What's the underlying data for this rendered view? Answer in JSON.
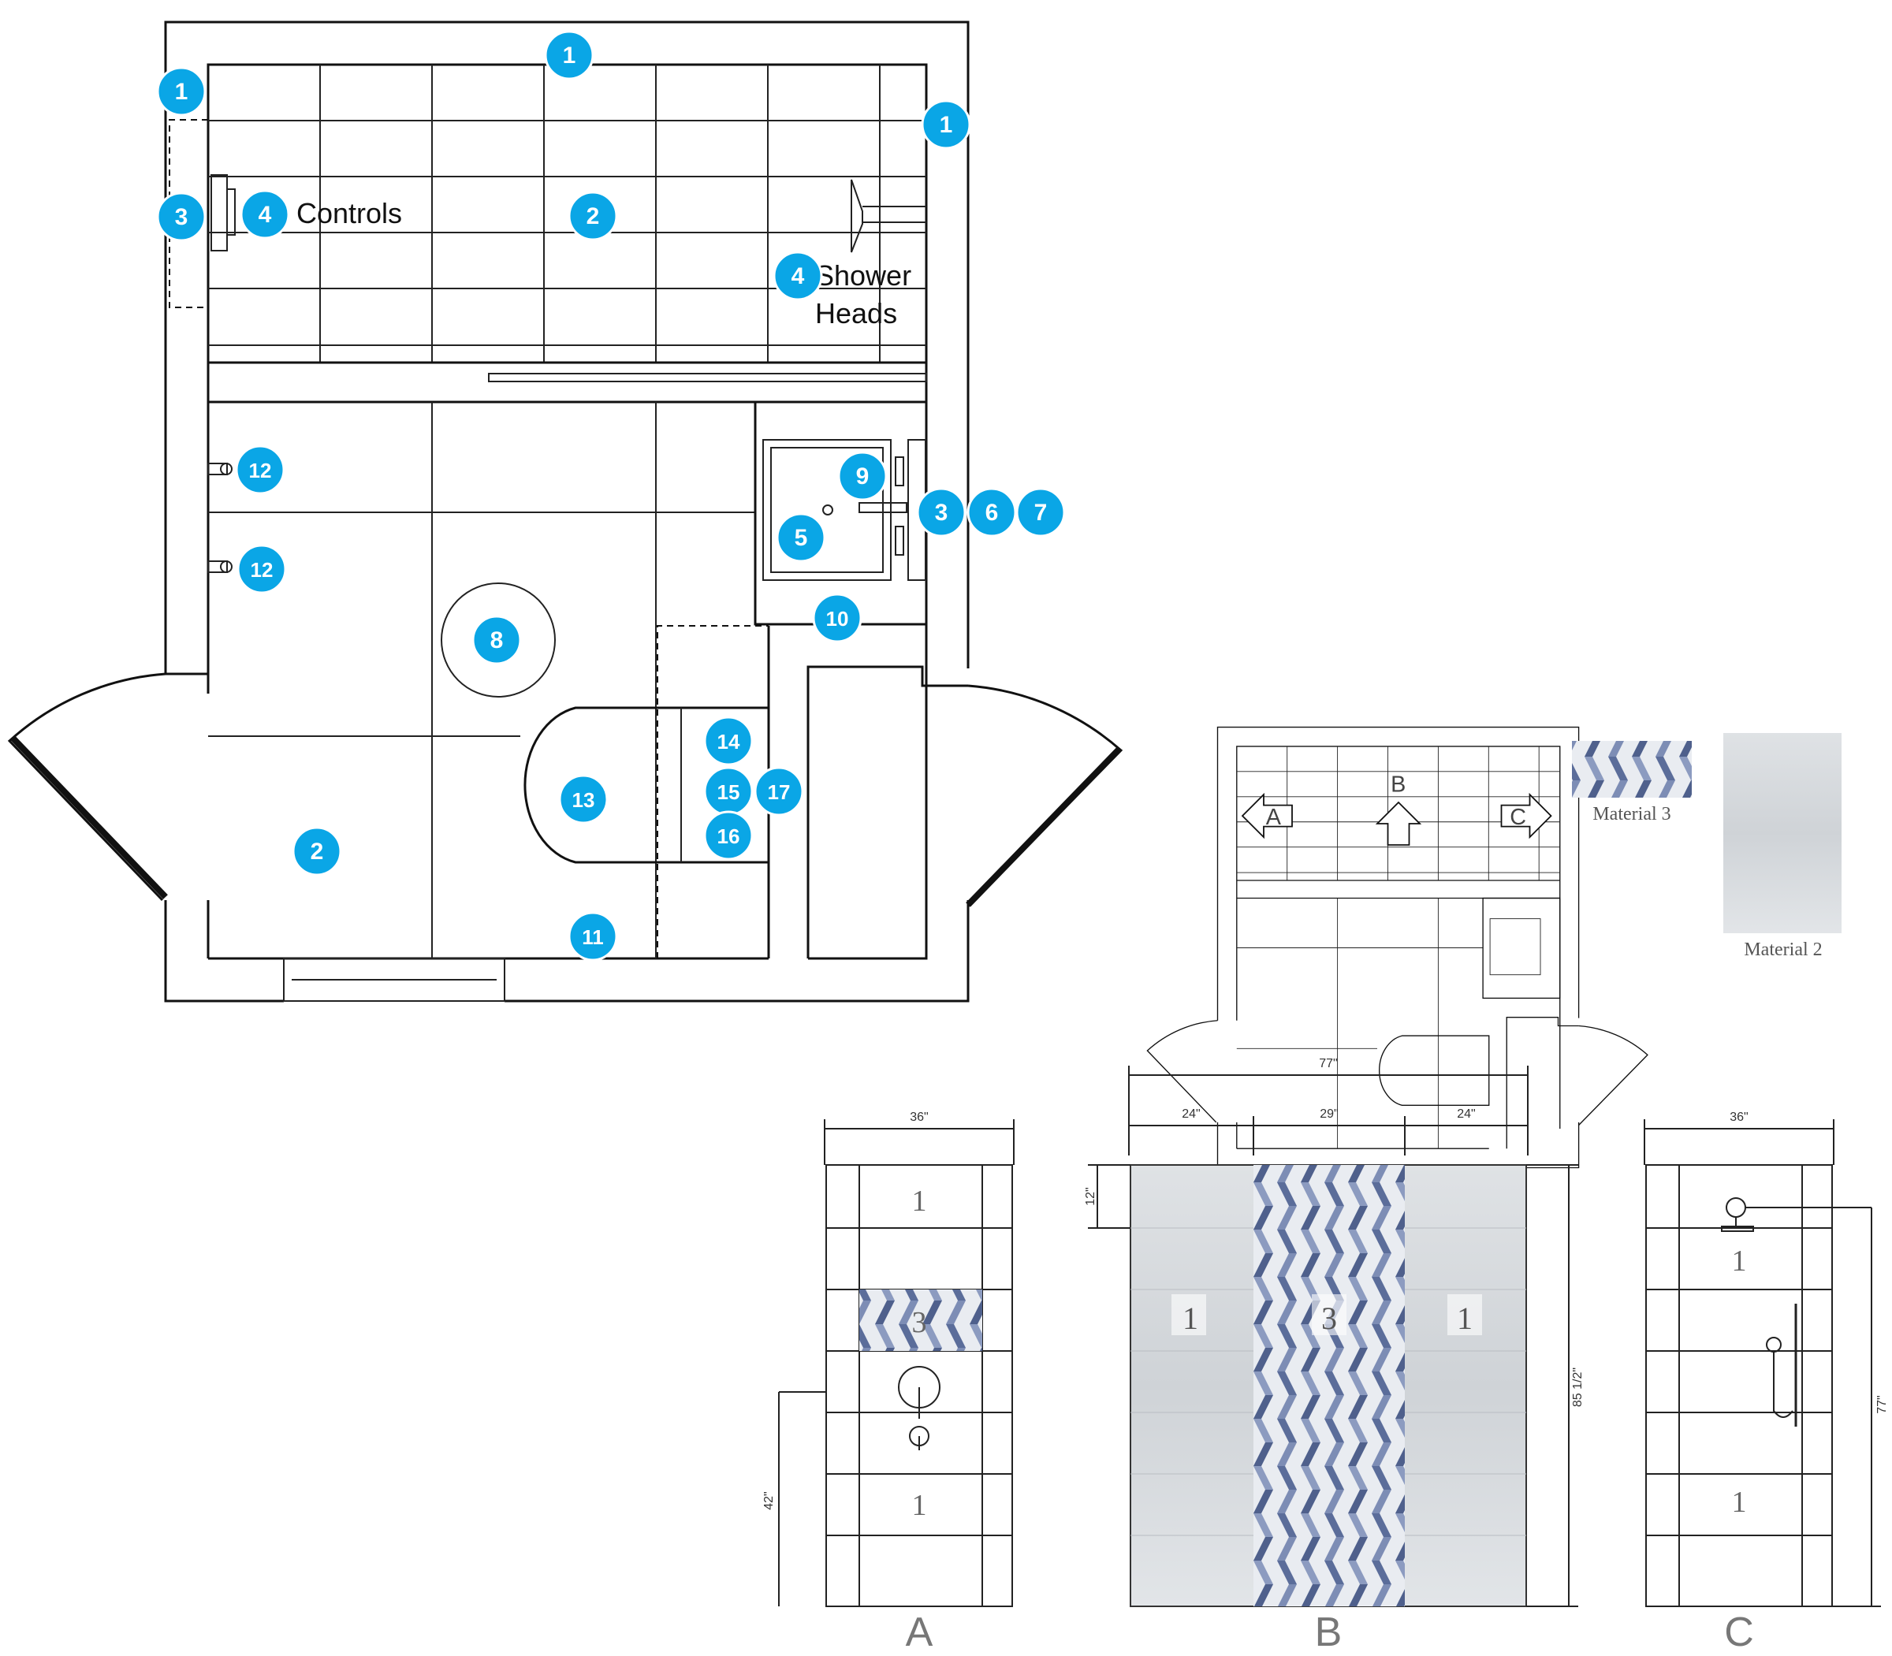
{
  "floor_plan": {
    "markers": [
      {
        "id": "m1a",
        "label": "1"
      },
      {
        "id": "m1b",
        "label": "1"
      },
      {
        "id": "m1c",
        "label": "1"
      },
      {
        "id": "m3a",
        "label": "3"
      },
      {
        "id": "m4a",
        "label": "4"
      },
      {
        "id": "m2a",
        "label": "2"
      },
      {
        "id": "m4b",
        "label": "4"
      },
      {
        "id": "m12a",
        "label": "12"
      },
      {
        "id": "m12b",
        "label": "12"
      },
      {
        "id": "m9",
        "label": "9"
      },
      {
        "id": "m5",
        "label": "5"
      },
      {
        "id": "m3b",
        "label": "3"
      },
      {
        "id": "m6",
        "label": "6"
      },
      {
        "id": "m7",
        "label": "7"
      },
      {
        "id": "m10",
        "label": "10"
      },
      {
        "id": "m8",
        "label": "8"
      },
      {
        "id": "m14",
        "label": "14"
      },
      {
        "id": "m15",
        "label": "15"
      },
      {
        "id": "m17",
        "label": "17"
      },
      {
        "id": "m16",
        "label": "16"
      },
      {
        "id": "m13",
        "label": "13"
      },
      {
        "id": "m2b",
        "label": "2"
      },
      {
        "id": "m11",
        "label": "11"
      }
    ],
    "controls_label": "Controls",
    "shower_heads_line1": "Shower",
    "shower_heads_line2": "Heads"
  },
  "key_plan": {
    "arrow_a": "A",
    "arrow_b": "B",
    "arrow_c": "C"
  },
  "materials": {
    "material3_label": "Material 3",
    "material2_label": "Material 2"
  },
  "elevation_a": {
    "width_dim": "36\"",
    "height_dim": "42\"",
    "tile_top": "1",
    "tile_mid": "3",
    "tile_bottom": "1",
    "caption": "A"
  },
  "elevation_b": {
    "overall_dim": "77\"",
    "left_dim": "24\"",
    "mid_dim": "29\"",
    "right_dim": "24\"",
    "tile_dim": "12\"",
    "height_dim": "85 1/2\"",
    "tile_left": "1",
    "tile_mid": "3",
    "tile_right": "1",
    "caption": "B"
  },
  "elevation_c": {
    "width_dim": "36\"",
    "height_dim": "77\"",
    "tile_top": "1",
    "tile_bottom": "1",
    "caption": "C"
  },
  "colors": {
    "marker_fill": "#0aa6e6",
    "marker_text": "#ffffff",
    "line": "#111111",
    "tile_gray": "#d9dcdf",
    "chevron_blue": "#5b6d9a"
  }
}
